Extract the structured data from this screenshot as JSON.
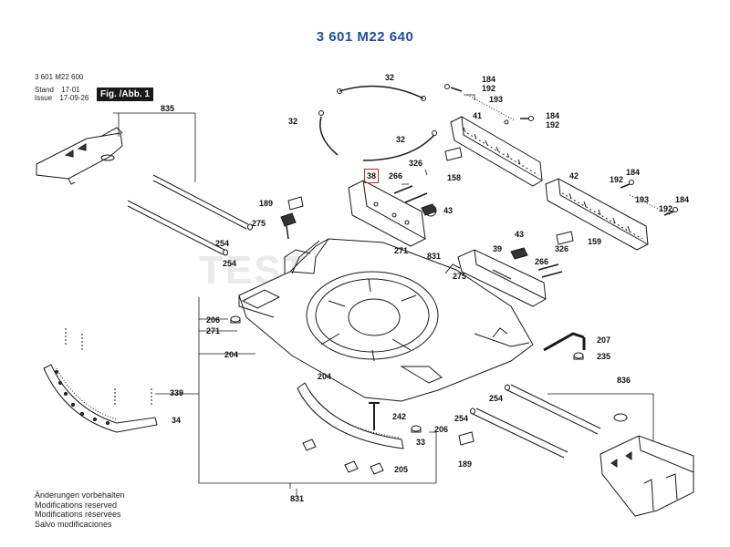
{
  "title": "3 601 M22 640",
  "ref_number": "3 601 M22 600",
  "stand_label": "Stand",
  "stand_value": "17-01",
  "issue_label": "Issue",
  "issue_value": "17-09-26",
  "figure_label": "Fig. /Abb. 1",
  "watermark": "TESTOOLS",
  "notes": [
    "Änderungen vorbehalten",
    "Modifications reserved",
    "Modifications réservées",
    "Salvo modificaciones"
  ],
  "highlight_color": "#d22222",
  "title_color": "#1f4e9a",
  "part_labels": [
    {
      "id": "p835",
      "text": "835"
    },
    {
      "id": "p32a",
      "text": "32"
    },
    {
      "id": "p32b",
      "text": "32"
    },
    {
      "id": "p32c",
      "text": "32"
    },
    {
      "id": "p184a",
      "text": "184"
    },
    {
      "id": "p192a",
      "text": "192"
    },
    {
      "id": "p193a",
      "text": "193"
    },
    {
      "id": "p41",
      "text": "41"
    },
    {
      "id": "p184b",
      "text": "184"
    },
    {
      "id": "p192b",
      "text": "192"
    },
    {
      "id": "p158",
      "text": "158"
    },
    {
      "id": "p38",
      "text": "38"
    },
    {
      "id": "p266a",
      "text": "266"
    },
    {
      "id": "p326a",
      "text": "326"
    },
    {
      "id": "p43a",
      "text": "43"
    },
    {
      "id": "p42",
      "text": "42"
    },
    {
      "id": "p184c",
      "text": "184"
    },
    {
      "id": "p192c",
      "text": "192"
    },
    {
      "id": "p193b",
      "text": "193"
    },
    {
      "id": "p184d",
      "text": "184"
    },
    {
      "id": "p192d",
      "text": "192"
    },
    {
      "id": "p189a",
      "text": "189"
    },
    {
      "id": "p275a",
      "text": "275"
    },
    {
      "id": "p254a",
      "text": "254"
    },
    {
      "id": "p254b",
      "text": "254"
    },
    {
      "id": "p271a",
      "text": "271"
    },
    {
      "id": "p831a",
      "text": "831"
    },
    {
      "id": "p275b",
      "text": "275"
    },
    {
      "id": "p39",
      "text": "39"
    },
    {
      "id": "p43b",
      "text": "43"
    },
    {
      "id": "p266b",
      "text": "266"
    },
    {
      "id": "p326b",
      "text": "326"
    },
    {
      "id": "p159",
      "text": "159"
    },
    {
      "id": "p206a",
      "text": "206"
    },
    {
      "id": "p271b",
      "text": "271"
    },
    {
      "id": "p204a",
      "text": "204"
    },
    {
      "id": "p207",
      "text": "207"
    },
    {
      "id": "p235",
      "text": "235"
    },
    {
      "id": "p204b",
      "text": "204"
    },
    {
      "id": "p339",
      "text": "339"
    },
    {
      "id": "p836",
      "text": "836"
    },
    {
      "id": "p254c",
      "text": "254"
    },
    {
      "id": "p34",
      "text": "34"
    },
    {
      "id": "p242",
      "text": "242"
    },
    {
      "id": "p254d",
      "text": "254"
    },
    {
      "id": "p206b",
      "text": "206"
    },
    {
      "id": "p33",
      "text": "33"
    },
    {
      "id": "p189b",
      "text": "189"
    },
    {
      "id": "p205",
      "text": "205"
    },
    {
      "id": "p831b",
      "text": "831"
    }
  ]
}
